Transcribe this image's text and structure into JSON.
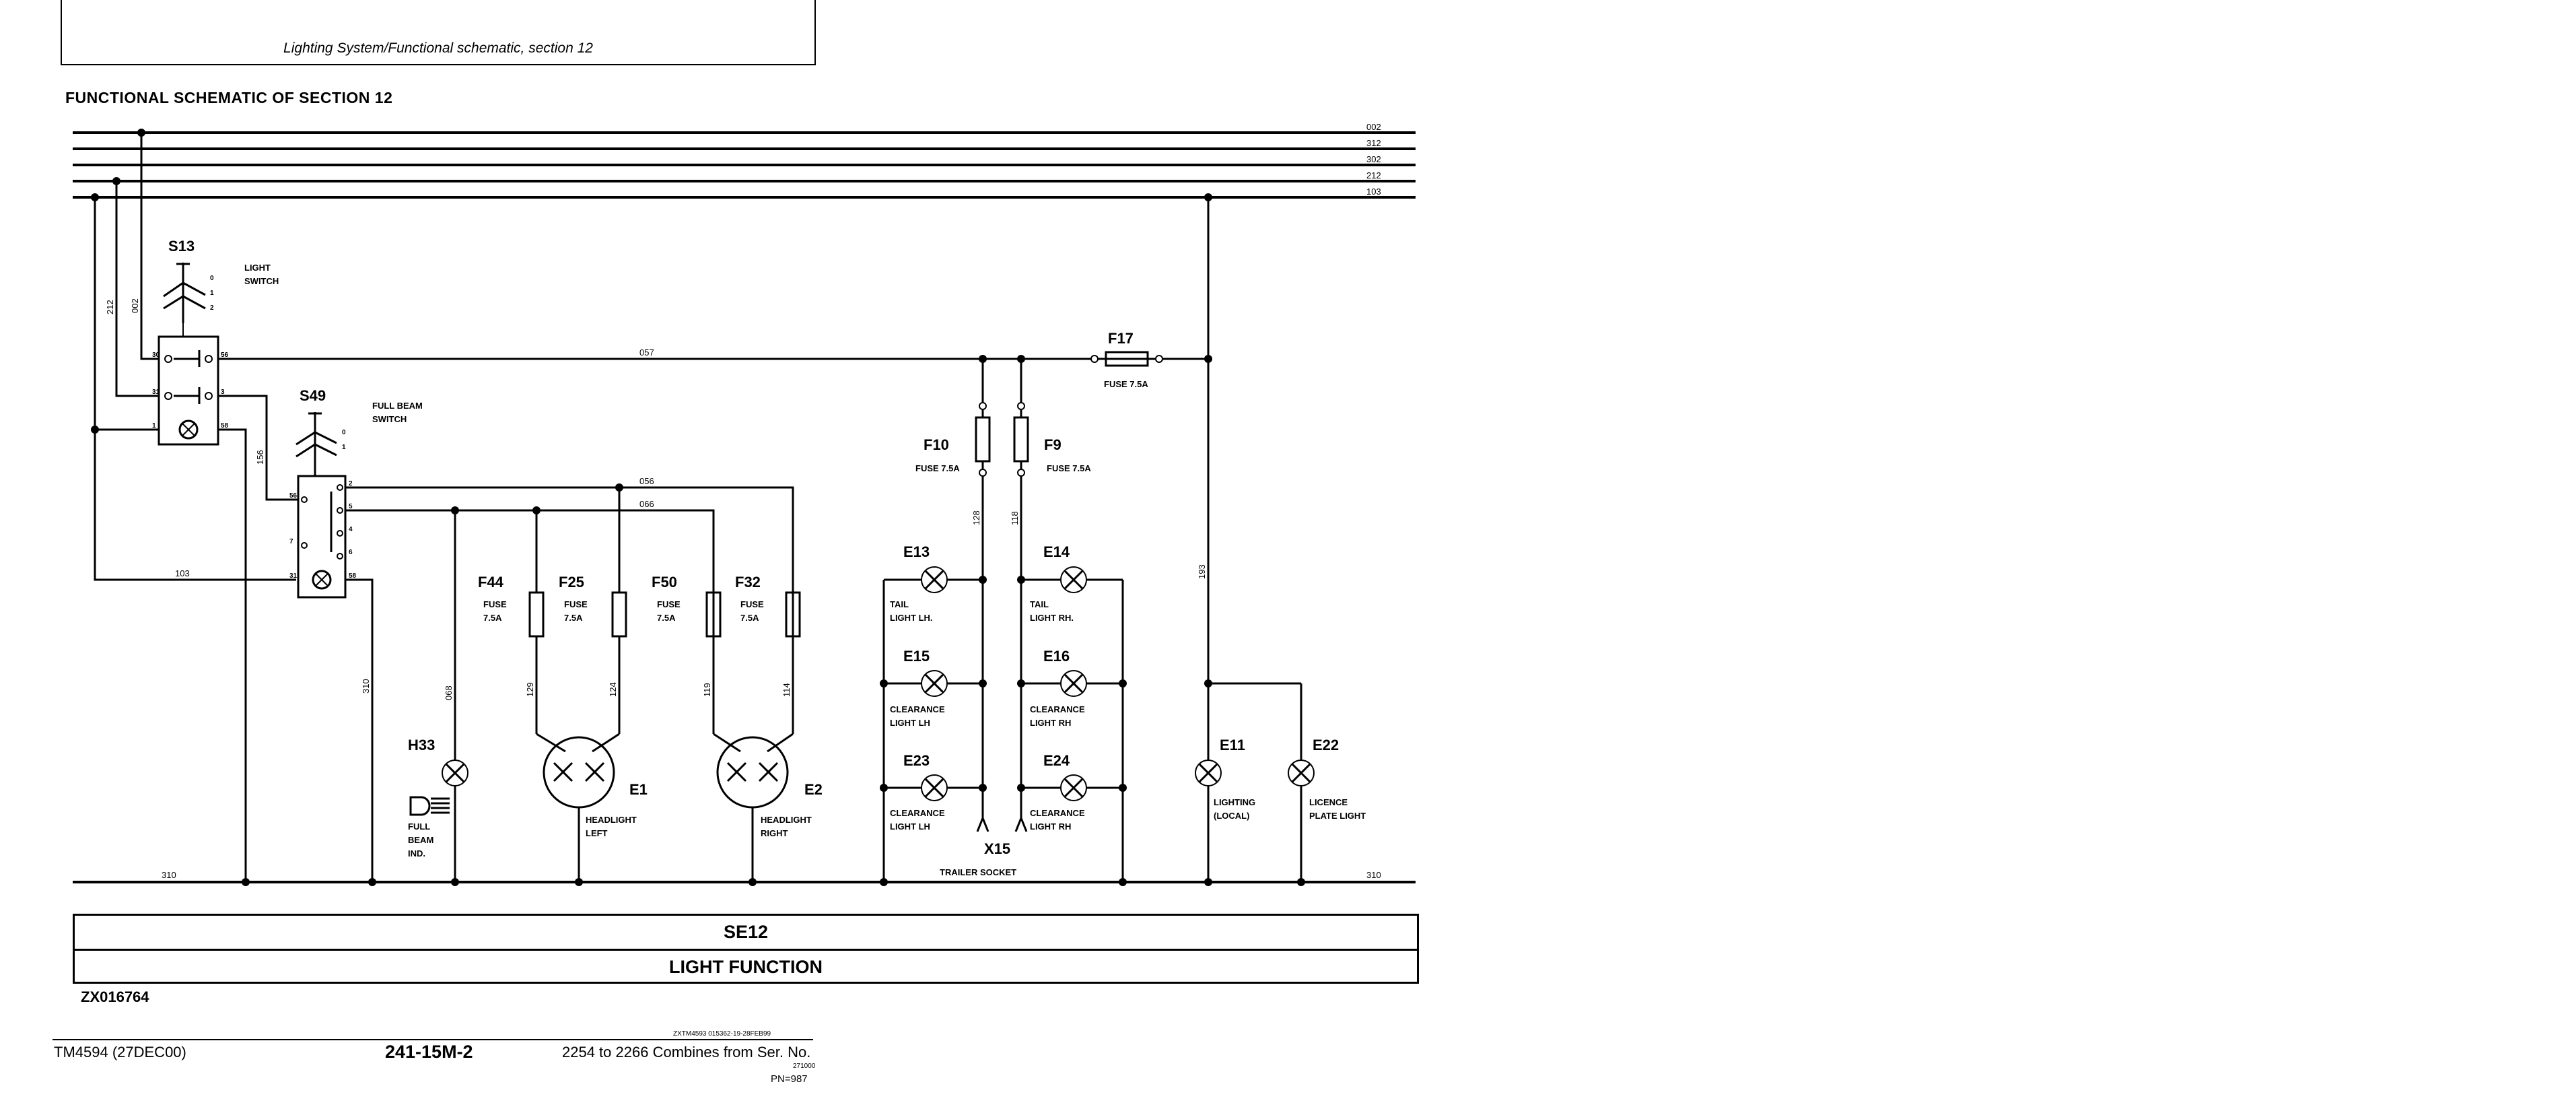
{
  "header": {
    "breadcrumb": "Lighting System/Functional schematic, section 12"
  },
  "section_title": "FUNCTIONAL SCHEMATIC OF SECTION 12",
  "bus_wires": [
    "002",
    "312",
    "302",
    "212",
    "103"
  ],
  "ground_wire": "310",
  "wires": {
    "w212": "212",
    "w002": "002",
    "w057": "057",
    "w156": "156",
    "w056": "056",
    "w066": "066",
    "w103": "103",
    "w310": "310",
    "w068": "068",
    "w129": "129",
    "w124": "124",
    "w119": "119",
    "w114": "114",
    "w128": "128",
    "w118": "118",
    "w193": "193"
  },
  "components": {
    "S13": {
      "id": "S13",
      "desc1": "LIGHT",
      "desc2": "SWITCH"
    },
    "S49": {
      "id": "S49",
      "desc1": "FULL BEAM",
      "desc2": "SWITCH"
    },
    "F17": {
      "id": "F17",
      "desc": "FUSE 7.5A"
    },
    "F10": {
      "id": "F10",
      "desc": "FUSE 7.5A"
    },
    "F9": {
      "id": "F9",
      "desc": "FUSE 7.5A"
    },
    "F44": {
      "id": "F44",
      "desc1": "FUSE",
      "desc2": "7.5A"
    },
    "F25": {
      "id": "F25",
      "desc1": "FUSE",
      "desc2": "7.5A"
    },
    "F50": {
      "id": "F50",
      "desc1": "FUSE",
      "desc2": "7.5A"
    },
    "F32": {
      "id": "F32",
      "desc1": "FUSE",
      "desc2": "7.5A"
    },
    "H33": {
      "id": "H33",
      "desc1": "FULL",
      "desc2": "BEAM",
      "desc3": "IND."
    },
    "E1": {
      "id": "E1",
      "desc1": "HEADLIGHT",
      "desc2": "LEFT"
    },
    "E2": {
      "id": "E2",
      "desc1": "HEADLIGHT",
      "desc2": "RIGHT"
    },
    "E13": {
      "id": "E13",
      "desc1": "TAIL",
      "desc2": "LIGHT LH."
    },
    "E14": {
      "id": "E14",
      "desc1": "TAIL",
      "desc2": "LIGHT RH."
    },
    "E15": {
      "id": "E15",
      "desc1": "CLEARANCE",
      "desc2": "LIGHT LH"
    },
    "E16": {
      "id": "E16",
      "desc1": "CLEARANCE",
      "desc2": "LIGHT RH"
    },
    "E23": {
      "id": "E23",
      "desc1": "CLEARANCE",
      "desc2": "LIGHT LH"
    },
    "E24": {
      "id": "E24",
      "desc1": "CLEARANCE",
      "desc2": "LIGHT RH"
    },
    "E11": {
      "id": "E11",
      "desc1": "LIGHTING",
      "desc2": "(LOCAL)"
    },
    "E22": {
      "id": "E22",
      "desc1": "LICENCE",
      "desc2": "PLATE LIGHT"
    },
    "X15": {
      "id": "X15",
      "desc": "TRAILER SOCKET"
    }
  },
  "pins": {
    "s13_0": "0",
    "s13_1": "1",
    "s13_2": "2",
    "s49_0": "0",
    "s49_1": "1",
    "s13_p30": "30",
    "s13_p56": "56",
    "s13_p31": "31",
    "s13_p3": "3",
    "s13_p1": "1",
    "s13_p58": "58",
    "s49_p56": "56",
    "s49_p2": "2",
    "s49_p5": "5",
    "s49_p4": "4",
    "s49_p6": "6",
    "s49_p7": "7",
    "s49_p31": "31",
    "s49_p58": "58"
  },
  "title_block": {
    "code": "SE12",
    "name": "LIGHT FUNCTION"
  },
  "figure_ref": "ZX016764",
  "footer": {
    "small_code": "ZXTM4593 015362-19-28FEB99",
    "manual": "TM4594 (27DEC00)",
    "page": "241-15M-2",
    "range": "2254 to 2266 Combines from Ser. No.",
    "serial": "271000",
    "pn": "PN=987"
  }
}
